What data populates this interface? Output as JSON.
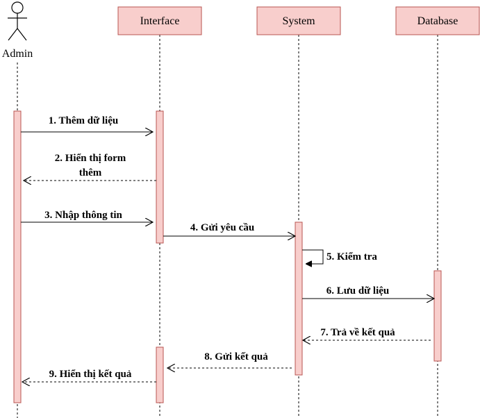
{
  "diagram": {
    "actor": {
      "label": "Admin"
    },
    "participants": [
      {
        "id": "interface",
        "label": "Interface"
      },
      {
        "id": "system",
        "label": "System"
      },
      {
        "id": "database",
        "label": "Database"
      }
    ],
    "messages": [
      {
        "n": 1,
        "from": "admin",
        "to": "interface",
        "kind": "sync",
        "label": [
          "1. Thêm dữ liệu"
        ]
      },
      {
        "n": 2,
        "from": "interface",
        "to": "admin",
        "kind": "return",
        "label": [
          "2. Hiển thị form",
          "thêm"
        ]
      },
      {
        "n": 3,
        "from": "admin",
        "to": "interface",
        "kind": "sync",
        "label": [
          "3. Nhập thông tin"
        ]
      },
      {
        "n": 4,
        "from": "interface",
        "to": "system",
        "kind": "sync",
        "label": [
          "4. Gửi yêu cầu"
        ]
      },
      {
        "n": 5,
        "from": "system",
        "to": "system",
        "kind": "self",
        "label": [
          "5. Kiểm tra"
        ]
      },
      {
        "n": 6,
        "from": "system",
        "to": "database",
        "kind": "sync",
        "label": [
          "6. Lưu dữ liệu"
        ]
      },
      {
        "n": 7,
        "from": "database",
        "to": "system",
        "kind": "return",
        "label": [
          "7. Trả về kết quả"
        ]
      },
      {
        "n": 8,
        "from": "system",
        "to": "interface",
        "kind": "return",
        "label": [
          "8. Gửi kết quả"
        ]
      },
      {
        "n": 9,
        "from": "interface",
        "to": "admin",
        "kind": "return",
        "label": [
          "9. Hiển thị kết quả"
        ]
      }
    ],
    "colors": {
      "participant_fill": "#f8cecc",
      "participant_stroke": "#b85450",
      "activation_fill": "#f8cecc",
      "line": "#000000"
    }
  }
}
